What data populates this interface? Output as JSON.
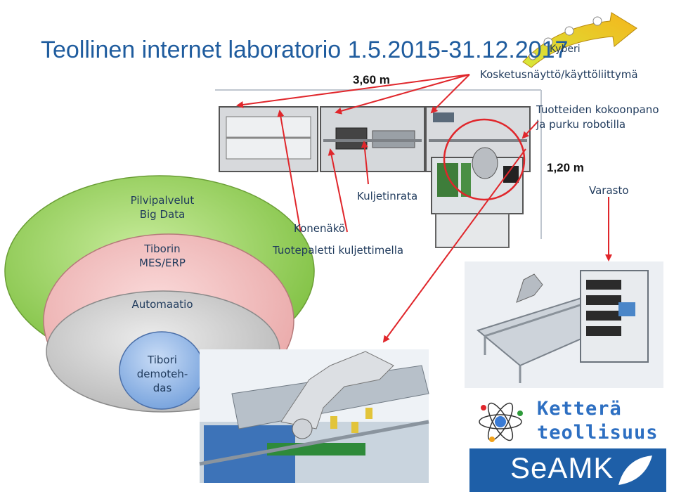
{
  "title": "Teollinen internet laboratorio 1.5.2015-31.12.2017",
  "labels": {
    "kyberi": "Kyberi",
    "touchscreen": "Kosketusnäyttö/käyttöliittymä",
    "robot_line1": "Tuotteiden kokoonpano",
    "robot_line2": "ja purku robotilla",
    "dim_length": "3,60 m",
    "dim_width": "1,20 m",
    "conveyor": "Kuljetinrata",
    "storage": "Varasto",
    "vision": "Konenäkö",
    "pallet": "Tuotepaletti kuljettimella"
  },
  "layers": {
    "cloud_line1": "Pilvipalvelut",
    "cloud_line2": "Big Data",
    "mes_line1": "Tiborin",
    "mes_line2": "MES/ERP",
    "automation": "Automaatio",
    "factory_line1": "Tibori",
    "factory_line2": "demoteh-",
    "factory_line3": "das"
  },
  "logos": {
    "kettera_line1": "Ketterä",
    "kettera_line2": "teollisuus",
    "seamk": "SeAMK"
  },
  "colors": {
    "title": "#1f5c9e",
    "arrow_red": "#e0262b",
    "layer_green": "#92d050",
    "layer_pink": "#f2b8b8",
    "layer_gray": "#c8c8c8",
    "layer_blue": "#8fb4e8",
    "seamk_bg": "#1e5fa8"
  }
}
